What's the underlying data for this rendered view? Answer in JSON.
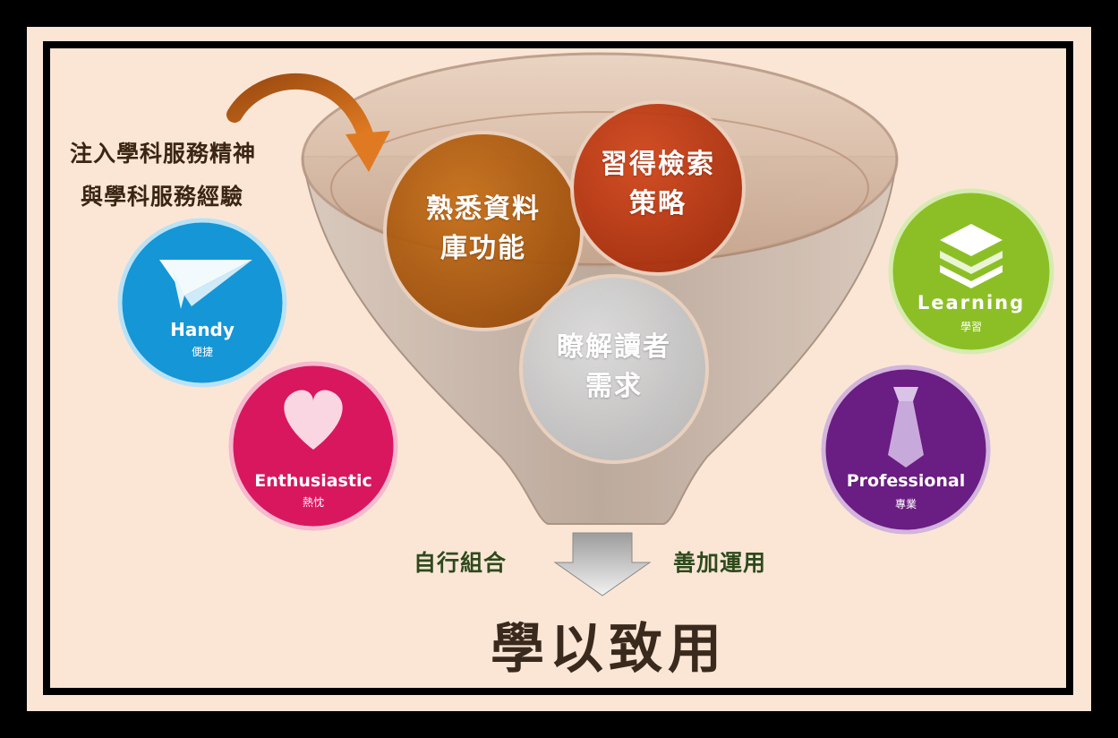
{
  "inject": {
    "line1": "注入學科服務精神",
    "line2": "與學科服務經驗"
  },
  "funnel_circles": [
    {
      "line1": "熟悉資料",
      "line2": "庫功能",
      "color": "#b35a0a"
    },
    {
      "line1": "習得檢索",
      "line2": "策略",
      "color": "#c0360c"
    },
    {
      "line1": "瞭解讀者",
      "line2": "需求",
      "color": "#cfcfcf"
    }
  ],
  "icons": {
    "handy": {
      "en": "Handy",
      "zh": "便捷",
      "color": "#1596d6",
      "icon": "paper-plane-icon"
    },
    "enthusiastic": {
      "en": "Enthusiastic",
      "zh": "熱忱",
      "color": "#d8175f",
      "icon": "heart-icon"
    },
    "learning": {
      "en": "Learning",
      "zh": "學習",
      "color": "#8cbf26",
      "icon": "books-icon"
    },
    "professional": {
      "en": "Professional",
      "zh": "專業",
      "color": "#6a1d82",
      "icon": "tie-icon"
    }
  },
  "bottom": {
    "left": "自行組合",
    "right": "善加運用",
    "result": "學以致用"
  }
}
